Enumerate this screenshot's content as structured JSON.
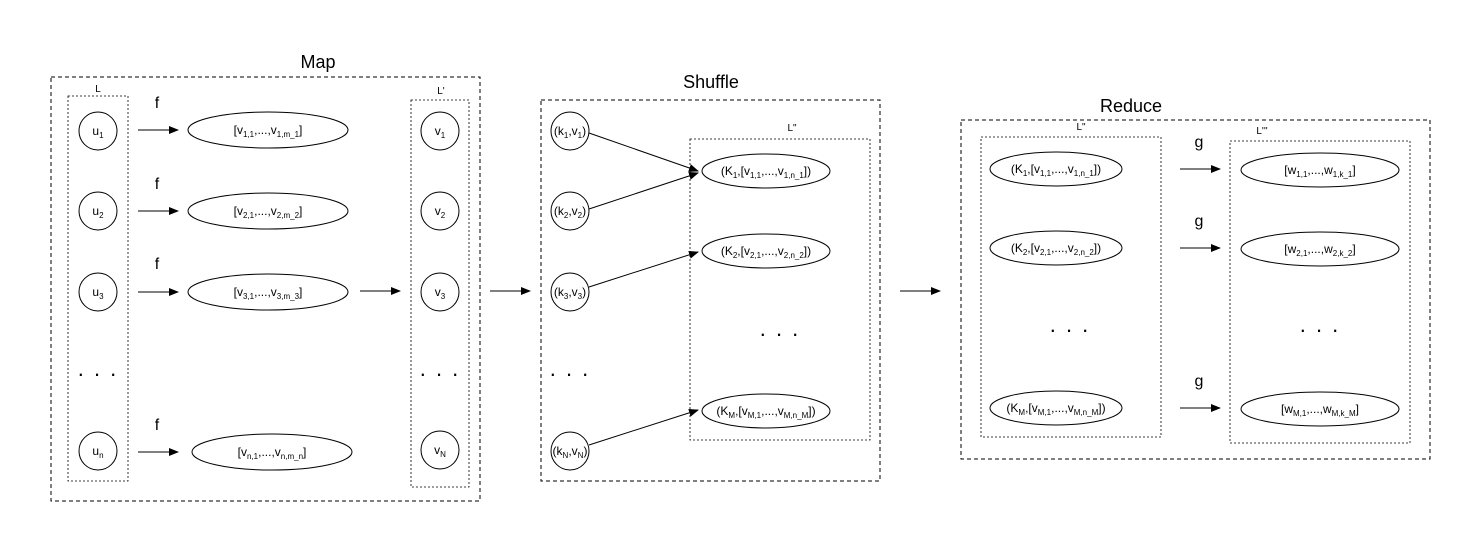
{
  "stages": {
    "map": {
      "title": "Map",
      "function_label": "f",
      "input_list_label": "L",
      "output_list_label": "L'",
      "inputs": [
        {
          "base": "u",
          "sub": "1"
        },
        {
          "base": "u",
          "sub": "2"
        },
        {
          "base": "u",
          "sub": "3"
        },
        {
          "base": "u",
          "sub": "n"
        }
      ],
      "mapped": [
        [
          {
            "t": "[v"
          },
          {
            "s": "1,1"
          },
          {
            "t": ",...,v"
          },
          {
            "s": "1,m_1"
          },
          {
            "t": "]"
          }
        ],
        [
          {
            "t": "[v"
          },
          {
            "s": "2,1"
          },
          {
            "t": ",...,v"
          },
          {
            "s": "2,m_2"
          },
          {
            "t": "]"
          }
        ],
        [
          {
            "t": "[v"
          },
          {
            "s": "3,1"
          },
          {
            "t": ",...,v"
          },
          {
            "s": "3,m_3"
          },
          {
            "t": "]"
          }
        ],
        [
          {
            "t": "[v"
          },
          {
            "s": "n,1"
          },
          {
            "t": ",...,v"
          },
          {
            "s": "n,m_n"
          },
          {
            "t": "]"
          }
        ]
      ],
      "outputs": [
        {
          "base": "v",
          "sub": "1"
        },
        {
          "base": "v",
          "sub": "2"
        },
        {
          "base": "v",
          "sub": "3"
        },
        {
          "base": "v",
          "sub": "N"
        }
      ],
      "ellipsis": ". . ."
    },
    "shuffle": {
      "title": "Shuffle",
      "list_label": "L\"",
      "pairs": [
        [
          {
            "t": "(k"
          },
          {
            "s": "1"
          },
          {
            "t": ",v"
          },
          {
            "s": "1"
          },
          {
            "t": ")"
          }
        ],
        [
          {
            "t": "(k"
          },
          {
            "s": "2"
          },
          {
            "t": ",v"
          },
          {
            "s": "2"
          },
          {
            "t": ")"
          }
        ],
        [
          {
            "t": "(k"
          },
          {
            "s": "3"
          },
          {
            "t": ",v"
          },
          {
            "s": "3"
          },
          {
            "t": ")"
          }
        ],
        [
          {
            "t": "(k"
          },
          {
            "s": "N"
          },
          {
            "t": ",v"
          },
          {
            "s": "N"
          },
          {
            "t": ")"
          }
        ]
      ],
      "groups": [
        [
          {
            "t": "(K"
          },
          {
            "s": "1"
          },
          {
            "t": ",[v"
          },
          {
            "s": "1,1"
          },
          {
            "t": ",...,v"
          },
          {
            "s": "1,n_1"
          },
          {
            "t": "])"
          }
        ],
        [
          {
            "t": "(K"
          },
          {
            "s": "2"
          },
          {
            "t": ",[v"
          },
          {
            "s": "2,1"
          },
          {
            "t": ",...,v"
          },
          {
            "s": "2,n_2"
          },
          {
            "t": "])"
          }
        ],
        [
          {
            "t": "(K"
          },
          {
            "s": "M"
          },
          {
            "t": ",[v"
          },
          {
            "s": "M,1"
          },
          {
            "t": ",...,v"
          },
          {
            "s": "M,n_M"
          },
          {
            "t": "])"
          }
        ]
      ],
      "ellipsis": ". . ."
    },
    "reduce": {
      "title": "Reduce",
      "function_label": "g",
      "input_list_label": "L\"",
      "output_list_label": "L'''",
      "groups": [
        [
          {
            "t": "(K"
          },
          {
            "s": "1"
          },
          {
            "t": ",[v"
          },
          {
            "s": "1,1"
          },
          {
            "t": ",...,v"
          },
          {
            "s": "1,n_1"
          },
          {
            "t": "])"
          }
        ],
        [
          {
            "t": "(K"
          },
          {
            "s": "2"
          },
          {
            "t": ",[v"
          },
          {
            "s": "2,1"
          },
          {
            "t": ",...,v"
          },
          {
            "s": "2,n_2"
          },
          {
            "t": "])"
          }
        ],
        [
          {
            "t": "(K"
          },
          {
            "s": "M"
          },
          {
            "t": ",[v"
          },
          {
            "s": "M,1"
          },
          {
            "t": ",...,v"
          },
          {
            "s": "M,n_M"
          },
          {
            "t": "])"
          }
        ]
      ],
      "results": [
        [
          {
            "t": "[w"
          },
          {
            "s": "1,1"
          },
          {
            "t": ",...,w"
          },
          {
            "s": "1,k_1"
          },
          {
            "t": "]"
          }
        ],
        [
          {
            "t": "[w"
          },
          {
            "s": "2,1"
          },
          {
            "t": ",...,w"
          },
          {
            "s": "2,k_2"
          },
          {
            "t": "]"
          }
        ],
        [
          {
            "t": "[w"
          },
          {
            "s": "M,1"
          },
          {
            "t": ",...,w"
          },
          {
            "s": "M,k_M"
          },
          {
            "t": "]"
          }
        ]
      ],
      "ellipsis": ". . ."
    }
  },
  "colors": {
    "stroke": "#000000",
    "background": "#ffffff"
  }
}
